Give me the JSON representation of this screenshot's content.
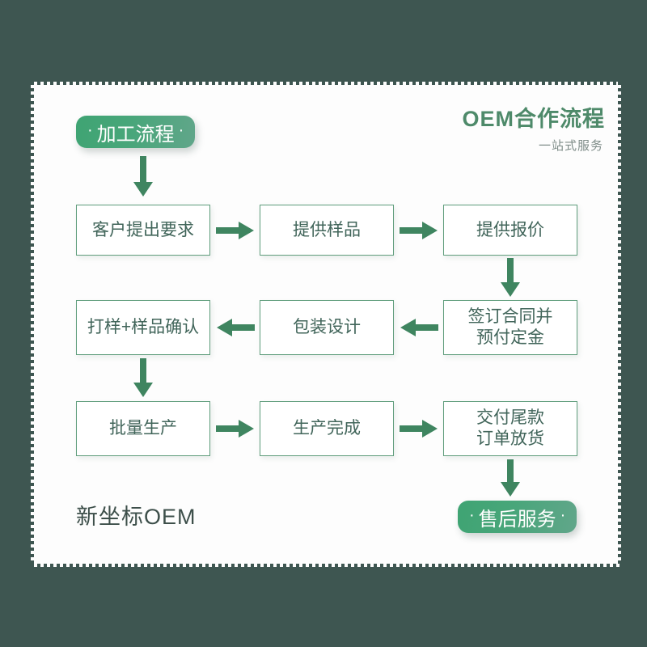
{
  "background_color": "#3e5651",
  "card_color": "#fdfdfd",
  "accent_green": "#4e8a6a",
  "arrow_green": "#3f8560",
  "box_border_green": "#5f9d7c",
  "box_text_color": "#41655a",
  "header": {
    "title": "OEM合作流程",
    "subtitle": "一站式服务"
  },
  "start_badge": {
    "label": "加工流程",
    "left_dot": "·",
    "right_dot": "·"
  },
  "end_badge": {
    "label": "售后服务",
    "left_dot": "·",
    "right_dot": "·"
  },
  "footer": {
    "brand": "新坐标OEM"
  },
  "chart_data": {
    "type": "diagram",
    "title": "OEM合作流程",
    "subtitle": "一站式服务",
    "nodes": [
      {
        "id": "start",
        "label": "加工流程",
        "shape": "pill",
        "row": 0,
        "col": 0
      },
      {
        "id": "n1",
        "label": "客户提出要求",
        "shape": "rectangle",
        "row": 1,
        "col": 0
      },
      {
        "id": "n2",
        "label": "提供样品",
        "shape": "rectangle",
        "row": 1,
        "col": 1
      },
      {
        "id": "n3",
        "label": "提供报价",
        "shape": "rectangle",
        "row": 1,
        "col": 2
      },
      {
        "id": "n4",
        "label": "签订合同并\n预付定金",
        "shape": "rectangle",
        "row": 2,
        "col": 2
      },
      {
        "id": "n5",
        "label": "包装设计",
        "shape": "rectangle",
        "row": 2,
        "col": 1
      },
      {
        "id": "n6",
        "label": "打样+样品确认",
        "shape": "rectangle",
        "row": 2,
        "col": 0
      },
      {
        "id": "n7",
        "label": "批量生产",
        "shape": "rectangle",
        "row": 3,
        "col": 0
      },
      {
        "id": "n8",
        "label": "生产完成",
        "shape": "rectangle",
        "row": 3,
        "col": 1
      },
      {
        "id": "n9",
        "label": "交付尾款\n订单放货",
        "shape": "rectangle",
        "row": 3,
        "col": 2
      },
      {
        "id": "end",
        "label": "售后服务",
        "shape": "pill",
        "row": 4,
        "col": 2
      }
    ],
    "edges": [
      {
        "from": "start",
        "to": "n1",
        "direction": "down"
      },
      {
        "from": "n1",
        "to": "n2",
        "direction": "right"
      },
      {
        "from": "n2",
        "to": "n3",
        "direction": "right"
      },
      {
        "from": "n3",
        "to": "n4",
        "direction": "down"
      },
      {
        "from": "n4",
        "to": "n5",
        "direction": "left"
      },
      {
        "from": "n5",
        "to": "n6",
        "direction": "left"
      },
      {
        "from": "n6",
        "to": "n7",
        "direction": "down"
      },
      {
        "from": "n7",
        "to": "n8",
        "direction": "right"
      },
      {
        "from": "n8",
        "to": "n9",
        "direction": "right"
      },
      {
        "from": "n9",
        "to": "end",
        "direction": "down"
      }
    ]
  },
  "boxes": {
    "r1c1": "客户提出要求",
    "r1c2": "提供样品",
    "r1c3": "提供报价",
    "r2c3_line1": "签订合同并",
    "r2c3_line2": "预付定金",
    "r2c2": "包装设计",
    "r2c1": "打样+样品确认",
    "r3c1": "批量生产",
    "r3c2": "生产完成",
    "r3c3_line1": "交付尾款",
    "r3c3_line2": "订单放货"
  },
  "icons": {
    "arrow_right": "arrow-right-icon",
    "arrow_left": "arrow-left-icon",
    "arrow_down": "arrow-down-icon"
  }
}
